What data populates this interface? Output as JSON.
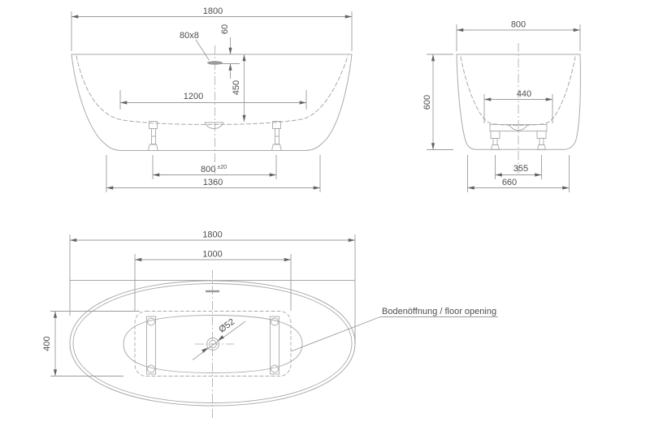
{
  "colors": {
    "line": "#a9a9a9",
    "dimline": "#9c9c9c",
    "arrow": "#636363",
    "fillgray": "#9a9a9a",
    "text": "#4d4d4d",
    "background": "#ffffff"
  },
  "views": {
    "side": {
      "dims": {
        "overall_length": "1800",
        "overflow_size": "80x8",
        "overflow_offset": "60",
        "inner_depth": "450",
        "inner_length": "1200",
        "feet_distance": "800",
        "feet_tolerance": "±20",
        "base_length": "1360"
      }
    },
    "end": {
      "dims": {
        "overall_width": "800",
        "overall_height": "600",
        "inner_bottom_width": "440",
        "feet_distance": "355",
        "base_width": "660"
      }
    },
    "plan": {
      "dims": {
        "overall_length": "1800",
        "floor_opening_length": "1000",
        "floor_opening_width": "400",
        "drain_diameter": "Ø52"
      },
      "labels": {
        "floor_opening": "Bodenöffnung /  floor opening"
      }
    }
  }
}
